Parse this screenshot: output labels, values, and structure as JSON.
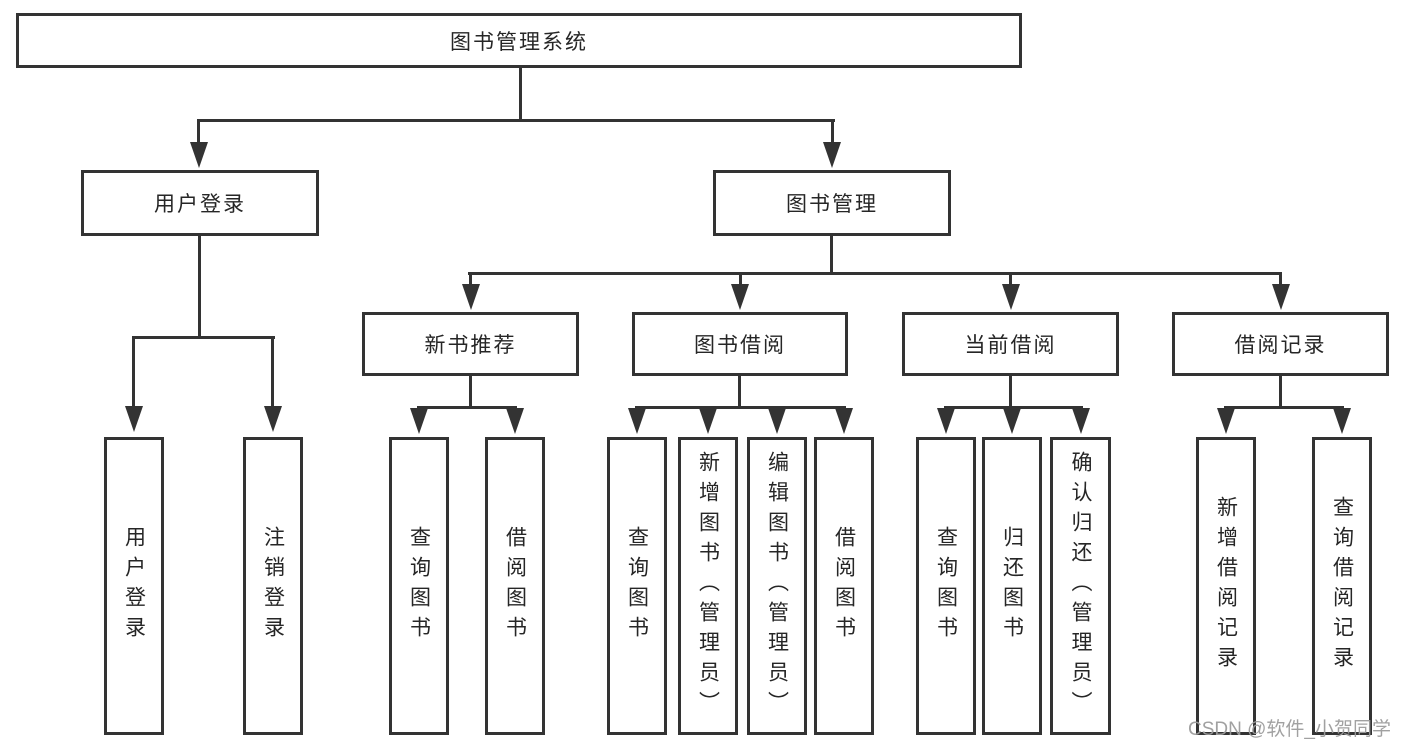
{
  "diagram": {
    "title": "图书管理系统",
    "branches": [
      {
        "label": "用户登录",
        "children": [
          {
            "label": "用户登录"
          },
          {
            "label": "注销登录"
          }
        ]
      },
      {
        "label": "图书管理",
        "children": [
          {
            "label": "新书推荐",
            "children": [
              {
                "label": "查询图书"
              },
              {
                "label": "借阅图书"
              }
            ]
          },
          {
            "label": "图书借阅",
            "children": [
              {
                "label": "查询图书"
              },
              {
                "label": "新增图书（管理员）"
              },
              {
                "label": "编辑图书（管理员）"
              },
              {
                "label": "借阅图书"
              }
            ]
          },
          {
            "label": "当前借阅",
            "children": [
              {
                "label": "查询图书"
              },
              {
                "label": "归还图书"
              },
              {
                "label": "确认归还（管理员）"
              }
            ]
          },
          {
            "label": "借阅记录",
            "children": [
              {
                "label": "新增借阅记录"
              },
              {
                "label": "查询借阅记录"
              }
            ]
          }
        ]
      }
    ]
  },
  "watermark": {
    "text": "CSDN @软件_小贺同学"
  },
  "colors": {
    "line": "#333333",
    "box_border": "#333333",
    "box_background": "#ffffff",
    "text": "#262626",
    "watermark": "#9c9c9c",
    "page_background": "#ffffff"
  }
}
